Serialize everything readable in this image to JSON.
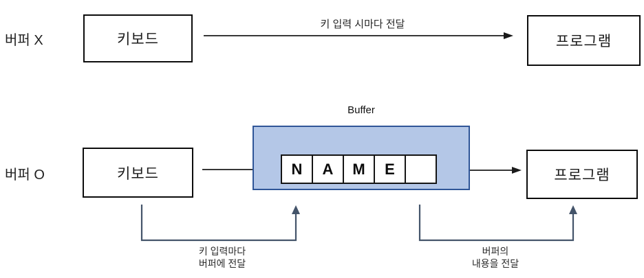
{
  "diagram_title": "keyboard input buffering comparison",
  "colors": {
    "buffer_fill": "#b4c7e7",
    "buffer_border": "#2f5597",
    "connector": "#44546a",
    "line": "#1a1a1a"
  },
  "row_no_buffer": {
    "label": "버퍼 X",
    "keyboard_box": "키보드",
    "arrow_label": "키 입력 시마다 전달",
    "program_box": "프로그램"
  },
  "row_buffer": {
    "label": "버퍼 O",
    "keyboard_box": "키보드",
    "program_box": "프로그램",
    "buffer_title": "Buffer",
    "cells": [
      "N",
      "A",
      "M",
      "E",
      ""
    ],
    "keyboard_to_buffer_label_line1": "키 입력마다",
    "keyboard_to_buffer_label_line2": "버퍼에 전달",
    "buffer_to_program_label_line1": "버퍼의",
    "buffer_to_program_label_line2": "내용을 전달"
  }
}
